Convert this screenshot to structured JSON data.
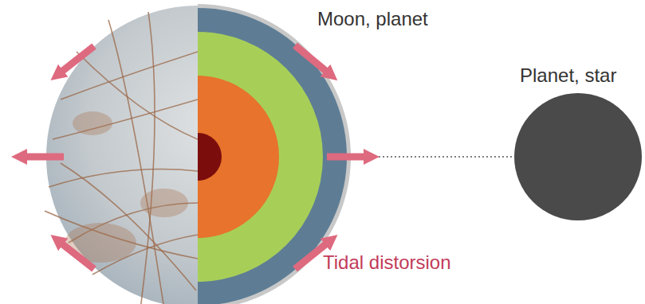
{
  "diagram": {
    "nodes": [
      {
        "text": [
          "Moon, planet"
        ]
      },
      {
        "text": [
          "Planet, star"
        ]
      }
    ],
    "edges": [
      {
        "from": 0,
        "to": 1,
        "arrow": "none"
      }
    ],
    "labels": [
      "Tidal distorsion"
    ]
  }
}
